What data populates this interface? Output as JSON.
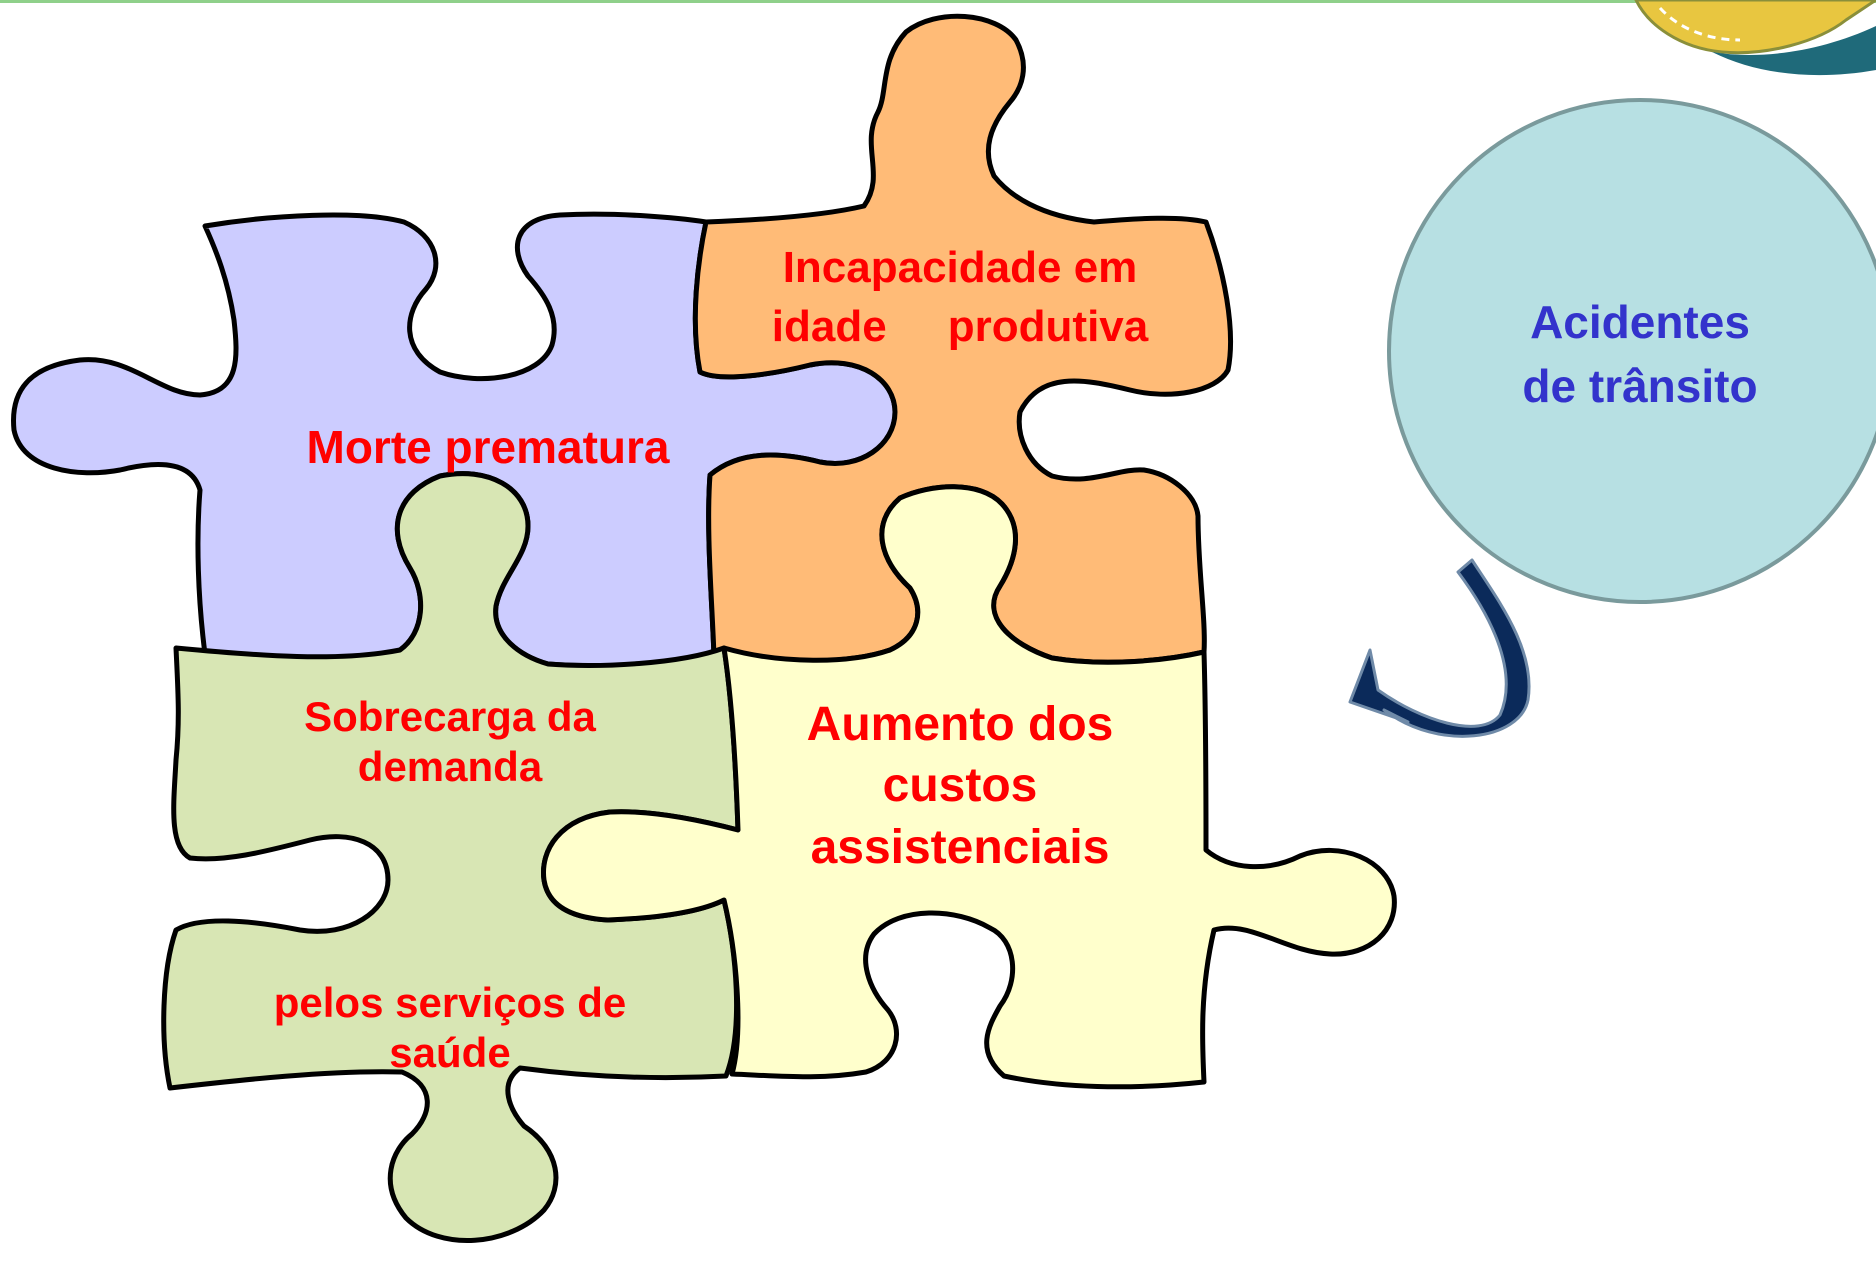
{
  "diagram": {
    "pieces": [
      {
        "id": "morte",
        "label": "Morte prematura",
        "color": "#ccccff"
      },
      {
        "id": "incapacidade",
        "label": "Incapacidade em\nidade     produtiva",
        "color": "#ffbb77"
      },
      {
        "id": "sobrecarga",
        "label_top": "Sobrecarga da\ndemanda",
        "label_bottom": "pelos serviços de\nsaúde",
        "color": "#d8e6b4"
      },
      {
        "id": "aumento",
        "label": "Aumento dos\ncustos\nassistenciais",
        "color": "#ffffcc"
      }
    ],
    "cause": {
      "label": "Acidentes\nde trânsito",
      "color": "#b7e0e3"
    },
    "colors": {
      "piece_text": "#ff0000",
      "cause_text": "#3333cc",
      "arrow": "#0b2a5a",
      "outline": "#000000"
    }
  },
  "icons": [
    "puzzle-piece-icon",
    "curved-arrow-icon",
    "logo-icon"
  ]
}
